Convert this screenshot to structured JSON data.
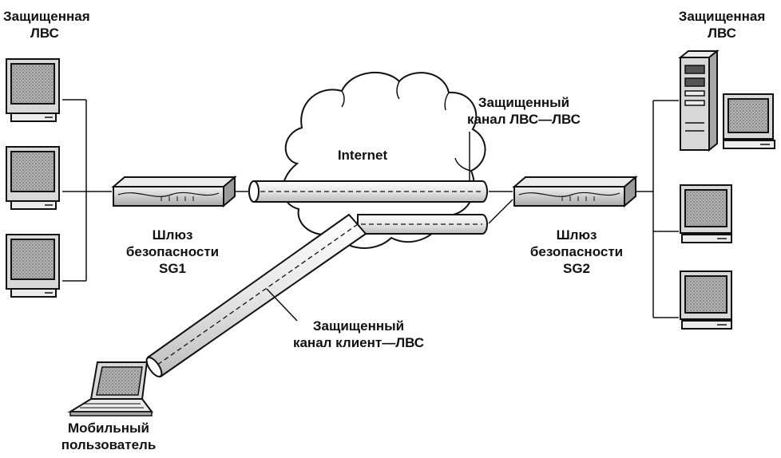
{
  "labels": {
    "lan_left": [
      "Защищенная",
      "ЛВС"
    ],
    "lan_right": [
      "Защищенная",
      "ЛВС"
    ],
    "internet": "Internet",
    "lan_lan_channel": [
      "Защищенный",
      "канал ЛВС—ЛВС"
    ],
    "client_lan_channel": [
      "Защищенный",
      "канал клиент—ЛВС"
    ],
    "gateway_sg1": [
      "Шлюз",
      "безопасности",
      "SG1"
    ],
    "gateway_sg2": [
      "Шлюз",
      "безопасности",
      "SG2"
    ],
    "mobile_user": [
      "Мобильный",
      "пользователь"
    ]
  },
  "icons": {
    "workstation": "workstation-icon",
    "server": "server-icon",
    "gateway": "gateway-icon",
    "cloud": "cloud-icon",
    "laptop": "laptop-icon"
  },
  "colors": {
    "ink": "#111111",
    "screen": "#9a9a9a",
    "body": "#d8d8d8",
    "tunnel": "#ececec"
  }
}
